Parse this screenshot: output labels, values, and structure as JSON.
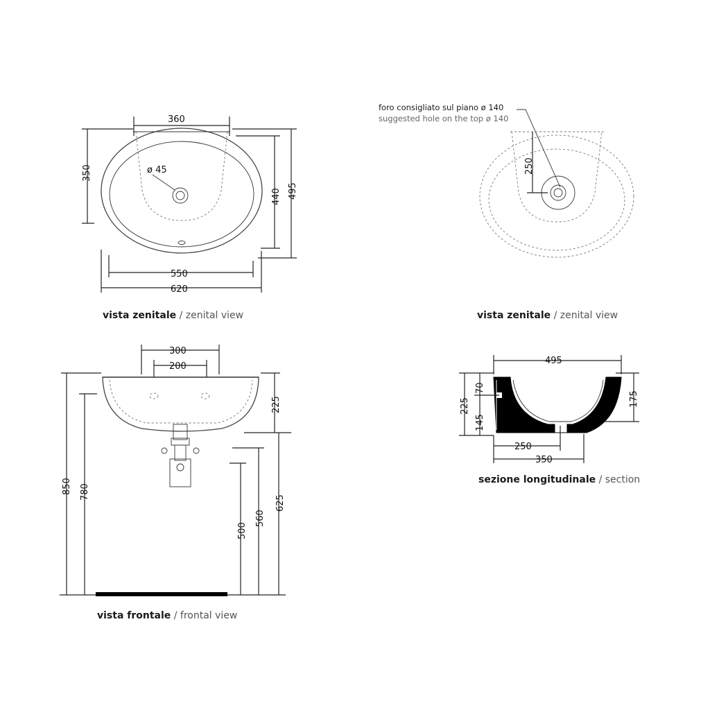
{
  "views": {
    "top_left": {
      "dims": {
        "width_360": "360",
        "height_350": "350",
        "hole": "ø 45",
        "depth_440": "440",
        "depth_495": "495",
        "width_550": "550",
        "width_620": "620"
      },
      "caption_it": "vista zenitale",
      "caption_en": " / zenital view"
    },
    "top_right": {
      "note_it": "foro consigliato sul piano ø 140",
      "note_en": "suggested hole on the top ø 140",
      "dims": {
        "offset_250": "250"
      },
      "caption_it": "vista zenitale",
      "caption_en": " / zenital view"
    },
    "front": {
      "dims": {
        "width_300": "300",
        "width_200": "200",
        "height_225": "225",
        "height_850": "850",
        "height_780": "780",
        "height_500": "500",
        "height_560": "560",
        "height_625": "625"
      },
      "caption_it": "vista frontale",
      "caption_en": " / frontal view"
    },
    "section": {
      "dims": {
        "width_495": "495",
        "h_225": "225",
        "h_70": "70",
        "h_145": "145",
        "h_175": "175",
        "w_250": "250",
        "w_350": "350"
      },
      "caption_it": "sezione longitudinale",
      "caption_en": " / section"
    }
  },
  "colors": {
    "line": "#222222",
    "caption_light": "#555555",
    "floor": "#000000"
  }
}
